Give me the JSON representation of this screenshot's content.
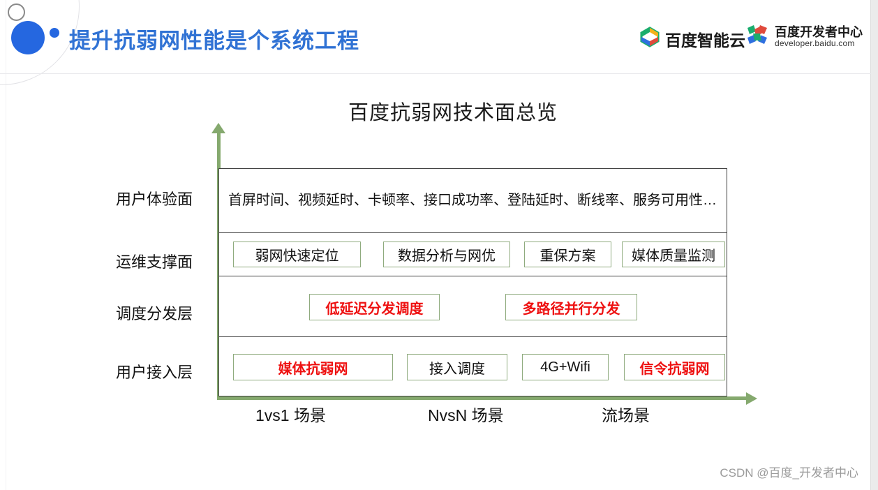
{
  "header": {
    "title": "提升抗弱网性能是个系统工程",
    "logos": {
      "cloud_name": "百度智能云",
      "dev_name": "百度开发者中心",
      "dev_url": "developer.baidu.com"
    }
  },
  "chart_data": {
    "type": "table",
    "title": "百度抗弱网技术面总览",
    "xlabel": "",
    "ylabel": "",
    "grid": false,
    "legend": "none",
    "axis_color": "#85a96e",
    "x_tick_labels": [
      "1vs1 场景",
      "NvsN 场景",
      "流场景"
    ],
    "row_labels": [
      "用户体验面",
      "运维支撑面",
      "调度分发层",
      "用户接入层"
    ],
    "rows": [
      {
        "label": "用户体验面",
        "kind": "text",
        "text": "首屏时间、视频延时、卡顿率、接口成功率、登陆延时、断线率、服务可用性…"
      },
      {
        "label": "运维支撑面",
        "kind": "chips",
        "items": [
          {
            "text": "弱网快速定位",
            "highlight": false
          },
          {
            "text": "数据分析与网优",
            "highlight": false
          },
          {
            "text": "重保方案",
            "highlight": false
          },
          {
            "text": "媒体质量监测",
            "highlight": false
          }
        ]
      },
      {
        "label": "调度分发层",
        "kind": "chips",
        "items": [
          {
            "text": "低延迟分发调度",
            "highlight": true
          },
          {
            "text": "多路径并行分发",
            "highlight": true
          }
        ]
      },
      {
        "label": "用户接入层",
        "kind": "chips",
        "items": [
          {
            "text": "媒体抗弱网",
            "highlight": true
          },
          {
            "text": "接入调度",
            "highlight": false
          },
          {
            "text": "4G+Wifi",
            "highlight": false
          },
          {
            "text": "信令抗弱网",
            "highlight": true
          }
        ]
      }
    ],
    "colors": {
      "title_blue": "#3072d4",
      "highlight_red": "#ee1111",
      "chip_border_green": "#8fab7e",
      "matrix_border": "#3f3f3f"
    }
  },
  "footer": {
    "watermark": "CSDN @百度_开发者中心"
  }
}
